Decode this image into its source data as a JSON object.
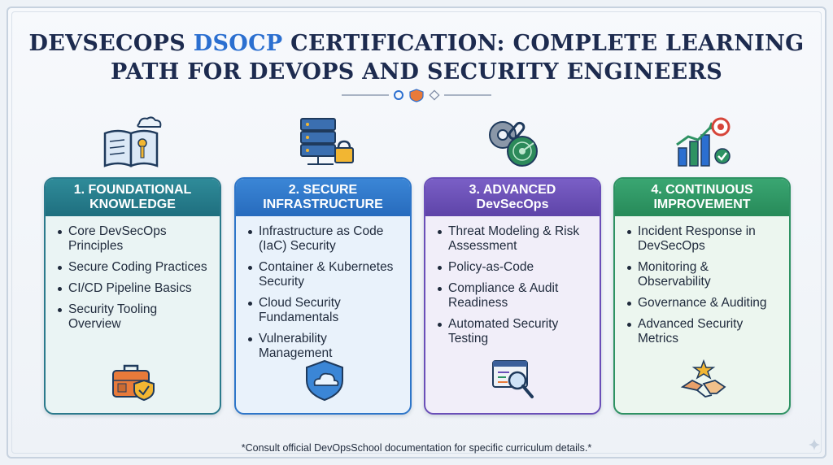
{
  "title": {
    "line1_prefix": "DEVSECOPS ",
    "line1_accent": "DSOCP",
    "line1_suffix": " CERTIFICATION: COMPLETE LEARNING",
    "line2": "PATH FOR DEVOPS AND SECURITY ENGINEERS"
  },
  "colors": {
    "teal": "#2b7a8c",
    "blue": "#2e76c9",
    "purple": "#6a4fb8",
    "green": "#2e9263",
    "title": "#1d2b4f",
    "title_accent": "#2b6fd0"
  },
  "cards": [
    {
      "heading_line1": "1. FOUNDATIONAL",
      "heading_line2": "KNOWLEDGE",
      "top_icon": "book-key-cloud-icon",
      "bottom_icon": "toolkit-shield-icon",
      "items": [
        "Core DevSecOps Principles",
        "Secure Coding Practices",
        "CI/CD Pipeline Basics",
        "Security Tooling Overview"
      ]
    },
    {
      "heading_line1": "2. SECURE",
      "heading_line2": "INFRASTRUCTURE",
      "top_icon": "server-lock-icon",
      "bottom_icon": "cloud-shield-icon",
      "items": [
        "Infrastructure as Code (IaC) Security",
        "Container & Kubernetes Security",
        "Cloud Security Fundamentals",
        "Vulnerability Management"
      ]
    },
    {
      "heading_line1": "3. ADVANCED",
      "heading_line2": "DevSecOps",
      "top_icon": "gear-chain-radar-icon",
      "bottom_icon": "code-magnifier-icon",
      "items": [
        "Threat Modeling & Risk Assessment",
        "Policy-as-Code",
        "Compliance & Audit Readiness",
        "Automated Security Testing"
      ]
    },
    {
      "heading_line1": "4. CONTINUOUS",
      "heading_line2": "IMPROVEMENT",
      "top_icon": "growth-chart-target-icon",
      "bottom_icon": "handshake-star-icon",
      "items": [
        "Incident Response in DevSecOps",
        "Monitoring & Observability",
        "Governance & Auditing",
        "Advanced Security Metrics"
      ]
    }
  ],
  "footnote": "*Consult official DevOpsSchool documentation for specific curriculum details.*"
}
